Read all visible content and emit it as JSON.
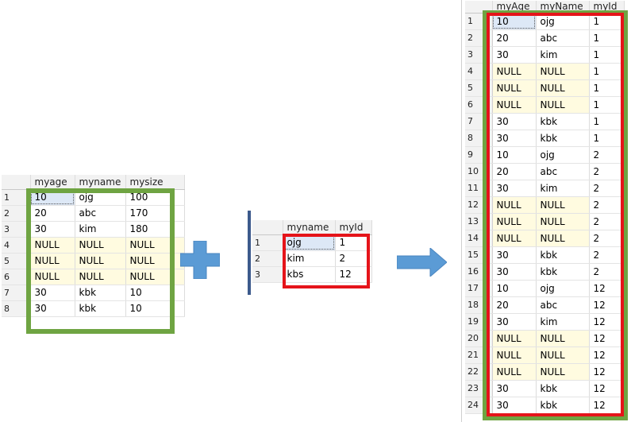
{
  "table1": {
    "columns": [
      "myage",
      "myname",
      "mysize"
    ],
    "rows": [
      {
        "n": "1",
        "c": [
          "10",
          "ojg",
          "100"
        ]
      },
      {
        "n": "2",
        "c": [
          "20",
          "abc",
          "170"
        ]
      },
      {
        "n": "3",
        "c": [
          "30",
          "kim",
          "180"
        ]
      },
      {
        "n": "4",
        "c": [
          "NULL",
          "NULL",
          "NULL"
        ]
      },
      {
        "n": "5",
        "c": [
          "NULL",
          "NULL",
          "NULL"
        ]
      },
      {
        "n": "6",
        "c": [
          "NULL",
          "NULL",
          "NULL"
        ]
      },
      {
        "n": "7",
        "c": [
          "30",
          "kbk",
          "10"
        ]
      },
      {
        "n": "8",
        "c": [
          "30",
          "kbk",
          "10"
        ]
      }
    ],
    "highlight_color": "#6fa442"
  },
  "table2": {
    "columns": [
      "myname",
      "myId"
    ],
    "rows": [
      {
        "n": "1",
        "c": [
          "ojg",
          "1"
        ]
      },
      {
        "n": "2",
        "c": [
          "kim",
          "2"
        ]
      },
      {
        "n": "3",
        "c": [
          "kbs",
          "12"
        ]
      }
    ],
    "highlight_color": "#e5141a"
  },
  "table3": {
    "columns": [
      "myAge",
      "myName",
      "myId"
    ],
    "rows": [
      {
        "n": "1",
        "c": [
          "10",
          "ojg",
          "1"
        ]
      },
      {
        "n": "2",
        "c": [
          "20",
          "abc",
          "1"
        ]
      },
      {
        "n": "3",
        "c": [
          "30",
          "kim",
          "1"
        ]
      },
      {
        "n": "4",
        "c": [
          "NULL",
          "NULL",
          "1"
        ]
      },
      {
        "n": "5",
        "c": [
          "NULL",
          "NULL",
          "1"
        ]
      },
      {
        "n": "6",
        "c": [
          "NULL",
          "NULL",
          "1"
        ]
      },
      {
        "n": "7",
        "c": [
          "30",
          "kbk",
          "1"
        ]
      },
      {
        "n": "8",
        "c": [
          "30",
          "kbk",
          "1"
        ]
      },
      {
        "n": "9",
        "c": [
          "10",
          "ojg",
          "2"
        ]
      },
      {
        "n": "10",
        "c": [
          "20",
          "abc",
          "2"
        ]
      },
      {
        "n": "11",
        "c": [
          "30",
          "kim",
          "2"
        ]
      },
      {
        "n": "12",
        "c": [
          "NULL",
          "NULL",
          "2"
        ]
      },
      {
        "n": "13",
        "c": [
          "NULL",
          "NULL",
          "2"
        ]
      },
      {
        "n": "14",
        "c": [
          "NULL",
          "NULL",
          "2"
        ]
      },
      {
        "n": "15",
        "c": [
          "30",
          "kbk",
          "2"
        ]
      },
      {
        "n": "16",
        "c": [
          "30",
          "kbk",
          "2"
        ]
      },
      {
        "n": "17",
        "c": [
          "10",
          "ojg",
          "12"
        ]
      },
      {
        "n": "18",
        "c": [
          "20",
          "abc",
          "12"
        ]
      },
      {
        "n": "19",
        "c": [
          "30",
          "kim",
          "12"
        ]
      },
      {
        "n": "20",
        "c": [
          "NULL",
          "NULL",
          "12"
        ]
      },
      {
        "n": "21",
        "c": [
          "NULL",
          "NULL",
          "12"
        ]
      },
      {
        "n": "22",
        "c": [
          "NULL",
          "NULL",
          "12"
        ]
      },
      {
        "n": "23",
        "c": [
          "30",
          "kbk",
          "12"
        ]
      },
      {
        "n": "24",
        "c": [
          "30",
          "kbk",
          "12"
        ]
      }
    ],
    "outer_highlight_color": "#6fa442",
    "inner_highlight_color": "#e5141a"
  },
  "icons": {
    "plus": "plus-icon",
    "arrow": "arrow-right-icon",
    "icon_color": "#5b9bd5"
  }
}
